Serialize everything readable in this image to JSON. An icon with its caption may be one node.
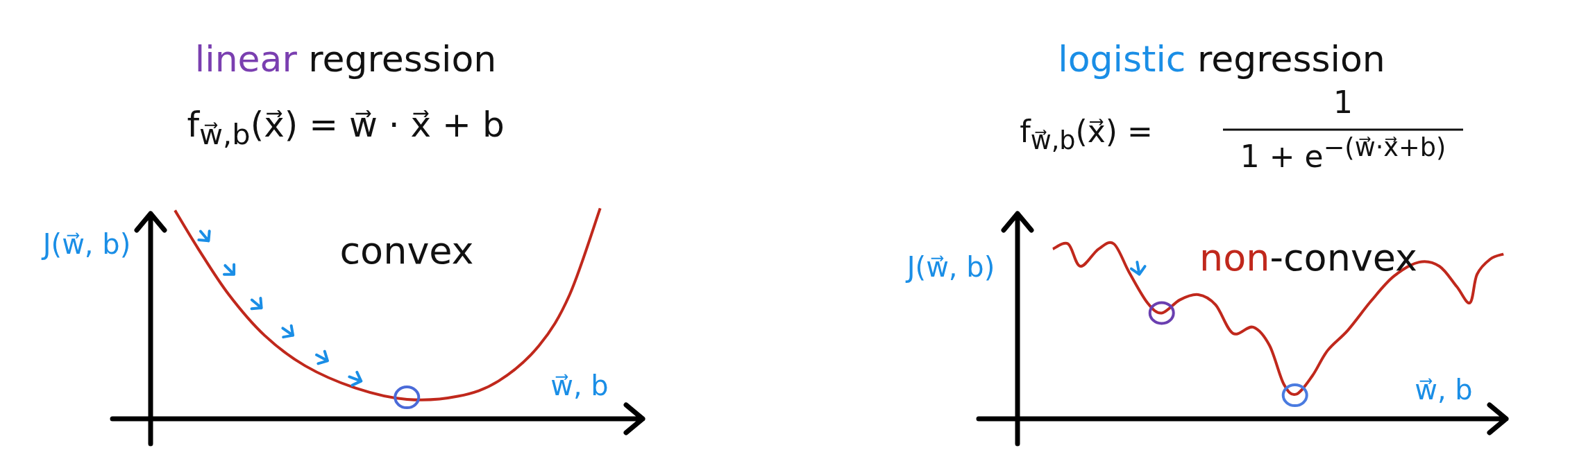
{
  "diagram": {
    "labels": [
      "linear regression",
      "f$_{w⃗,b}$(x⃗) = w⃗ · x⃗ + b",
      "J(w⃗, b)",
      "convex",
      "w⃗, b",
      "logistic regression",
      "f$_{w⃗,b}$(x⃗) =",
      "1",
      "1 + e$^{−(w⃗·x⃗+b)}$",
      "J(w⃗, b)",
      "non-convex",
      "w⃗, b"
    ]
  }
}
